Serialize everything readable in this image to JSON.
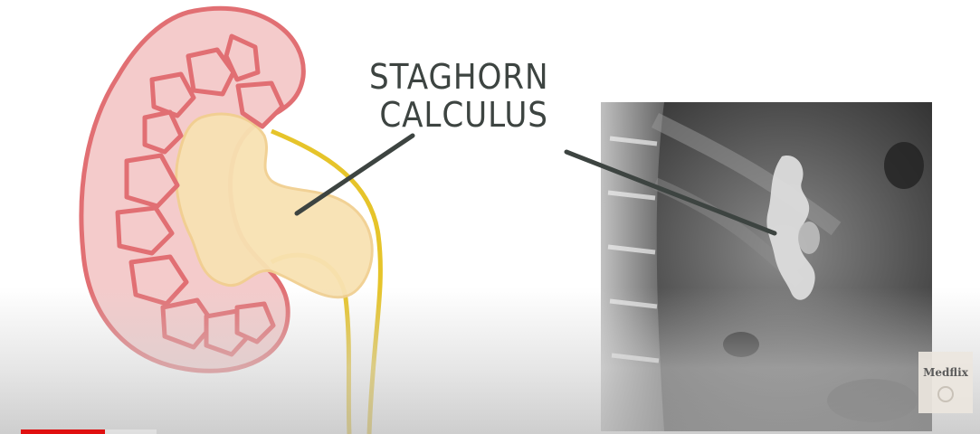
{
  "illustration": {
    "label_line1": "STAGHORN",
    "label_line2": "CALCULUS"
  },
  "watermark": {
    "text": "Medflix"
  },
  "player": {
    "progress_fraction": 0.62
  },
  "colors": {
    "kidney_outline": "#e16f73",
    "kidney_fill": "#f4cbcb",
    "stone": "#f8e2b3",
    "ureter": "#e6c42a",
    "progress": "#e01010"
  }
}
